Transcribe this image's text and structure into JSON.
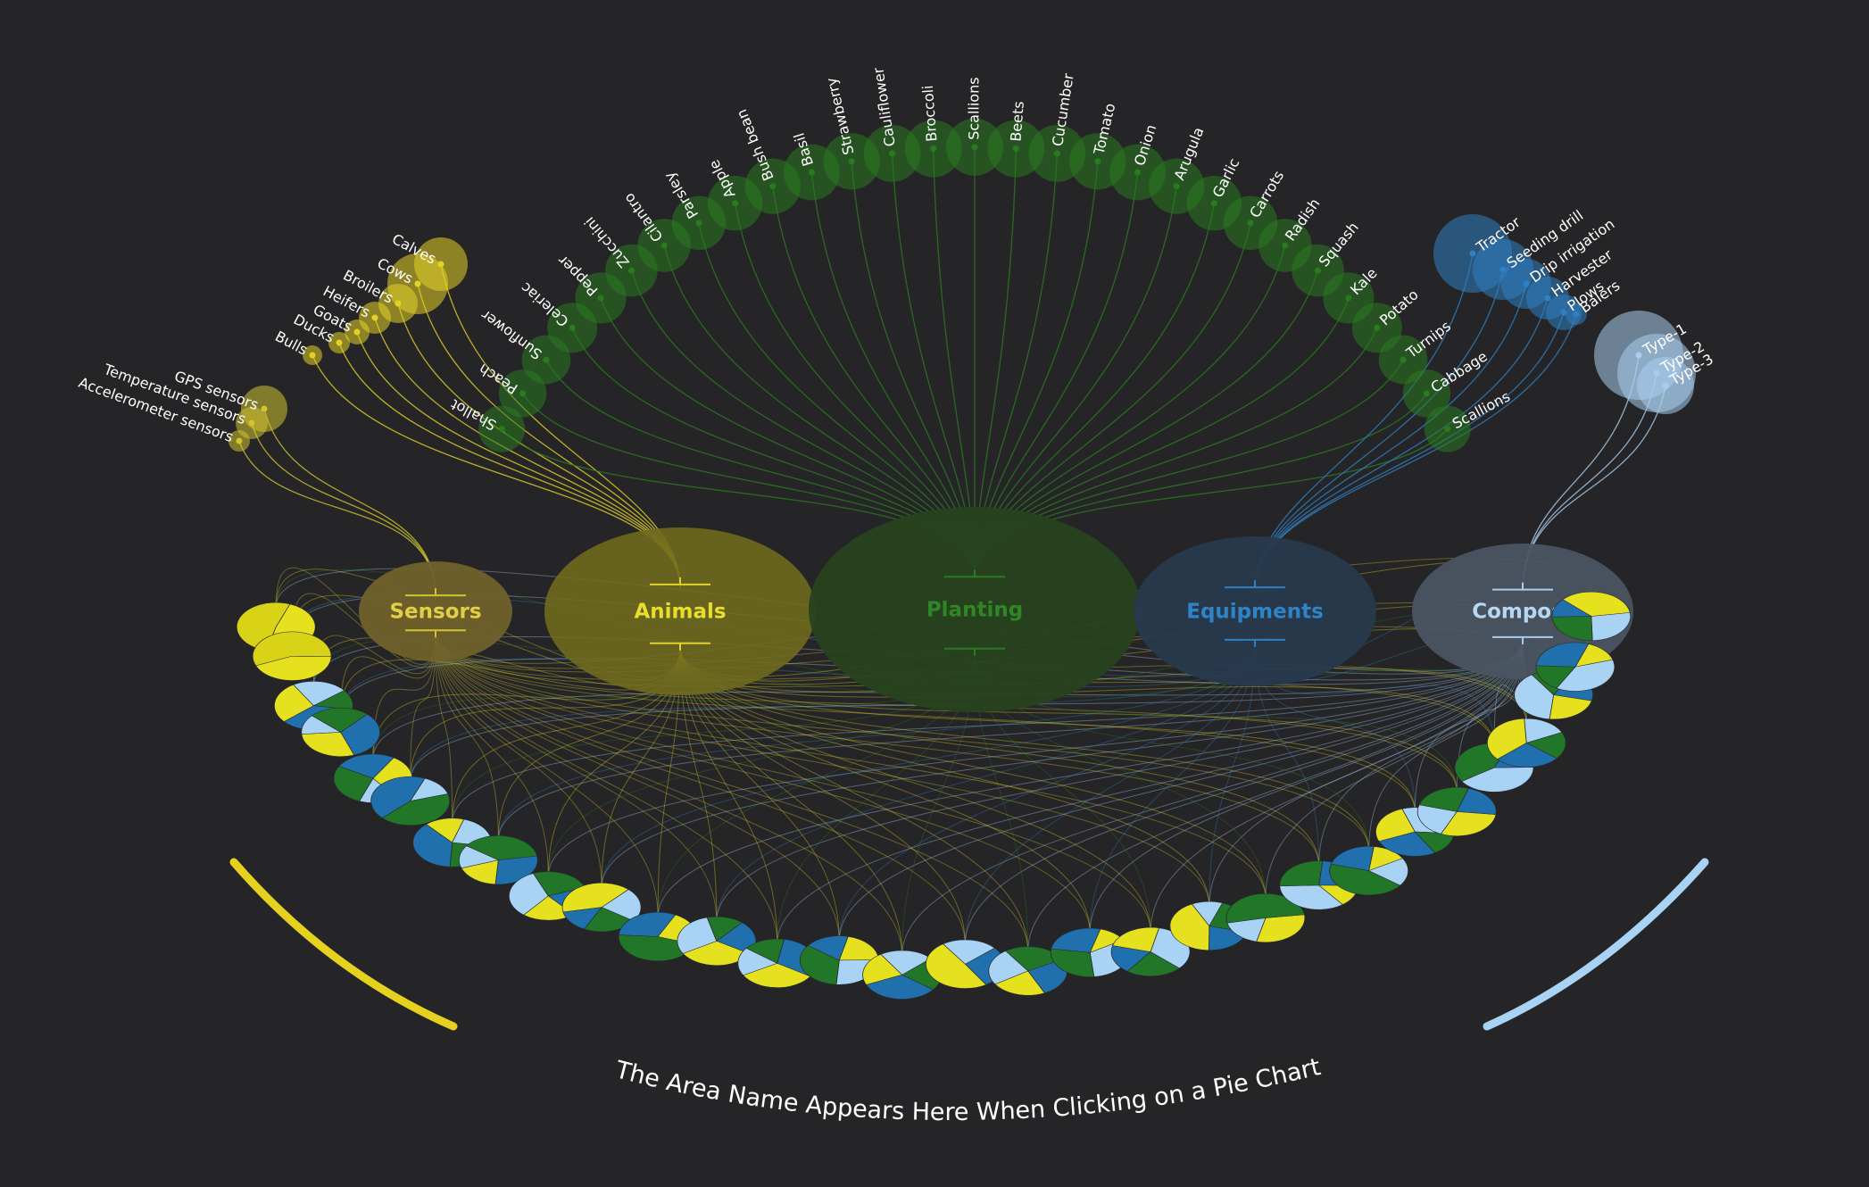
{
  "colors": {
    "background": "#252527",
    "sensors": "#d2c331",
    "sensors_hub_fill": "#6f612b",
    "animals": "#e3d226",
    "animals_hub_fill": "#6f6a1f",
    "planting": "#2a7a20",
    "planting_hub_fill": "#27421f",
    "equipments": "#2f7fc3",
    "equipments_hub_fill": "#27394d",
    "compost": "#a9cdef",
    "compost_hub_fill": "#4a5461",
    "pie_yellow": "#e6e11e",
    "pie_lightblue": "#a9d3f5",
    "pie_green": "#217628",
    "pie_blue": "#1f70ad"
  },
  "hubs": [
    {
      "id": "sensors",
      "label": "Sensors"
    },
    {
      "id": "animals",
      "label": "Animals"
    },
    {
      "id": "planting",
      "label": "Planting"
    },
    {
      "id": "equipments",
      "label": "Equipments"
    },
    {
      "id": "compost",
      "label": "Compost"
    }
  ],
  "leaf_groups": {
    "sensors": [
      "GPS sensors",
      "Temperature sensors",
      "Accelerometer sensors"
    ],
    "animals": [
      "Calves",
      "Cows",
      "Broilers",
      "Heifers",
      "Goats",
      "Ducks",
      "Bulls"
    ],
    "planting": [
      "Shallot",
      "Peach",
      "Sunflower",
      "Celeriac",
      "Pepper",
      "Zucchini",
      "Cilantro",
      "Parsley",
      "Apple",
      "Bush bean",
      "Basil",
      "Strawberry",
      "Cauliflower",
      "Broccoli",
      "Scallions",
      "Beets",
      "Cucumber",
      "Tomato",
      "Onion",
      "Arugula",
      "Garlic",
      "Carrots",
      "Radish",
      "Squash",
      "Kale",
      "Potato",
      "Turnips",
      "Cabbage",
      "Scallions"
    ],
    "equipments": [
      "Tractor",
      "Seeding drill",
      "Drip irrigation",
      "Harvester",
      "Plows",
      "Balers"
    ],
    "compost": [
      "Type-1",
      "Type-2",
      "Type-3"
    ]
  },
  "pie_areas": {
    "count": 30,
    "caption": "The Area Name Appears Here When Clicking on a Pie Chart"
  },
  "icons": [
    "yellow-arc-decoration",
    "blue-arc-decoration"
  ]
}
